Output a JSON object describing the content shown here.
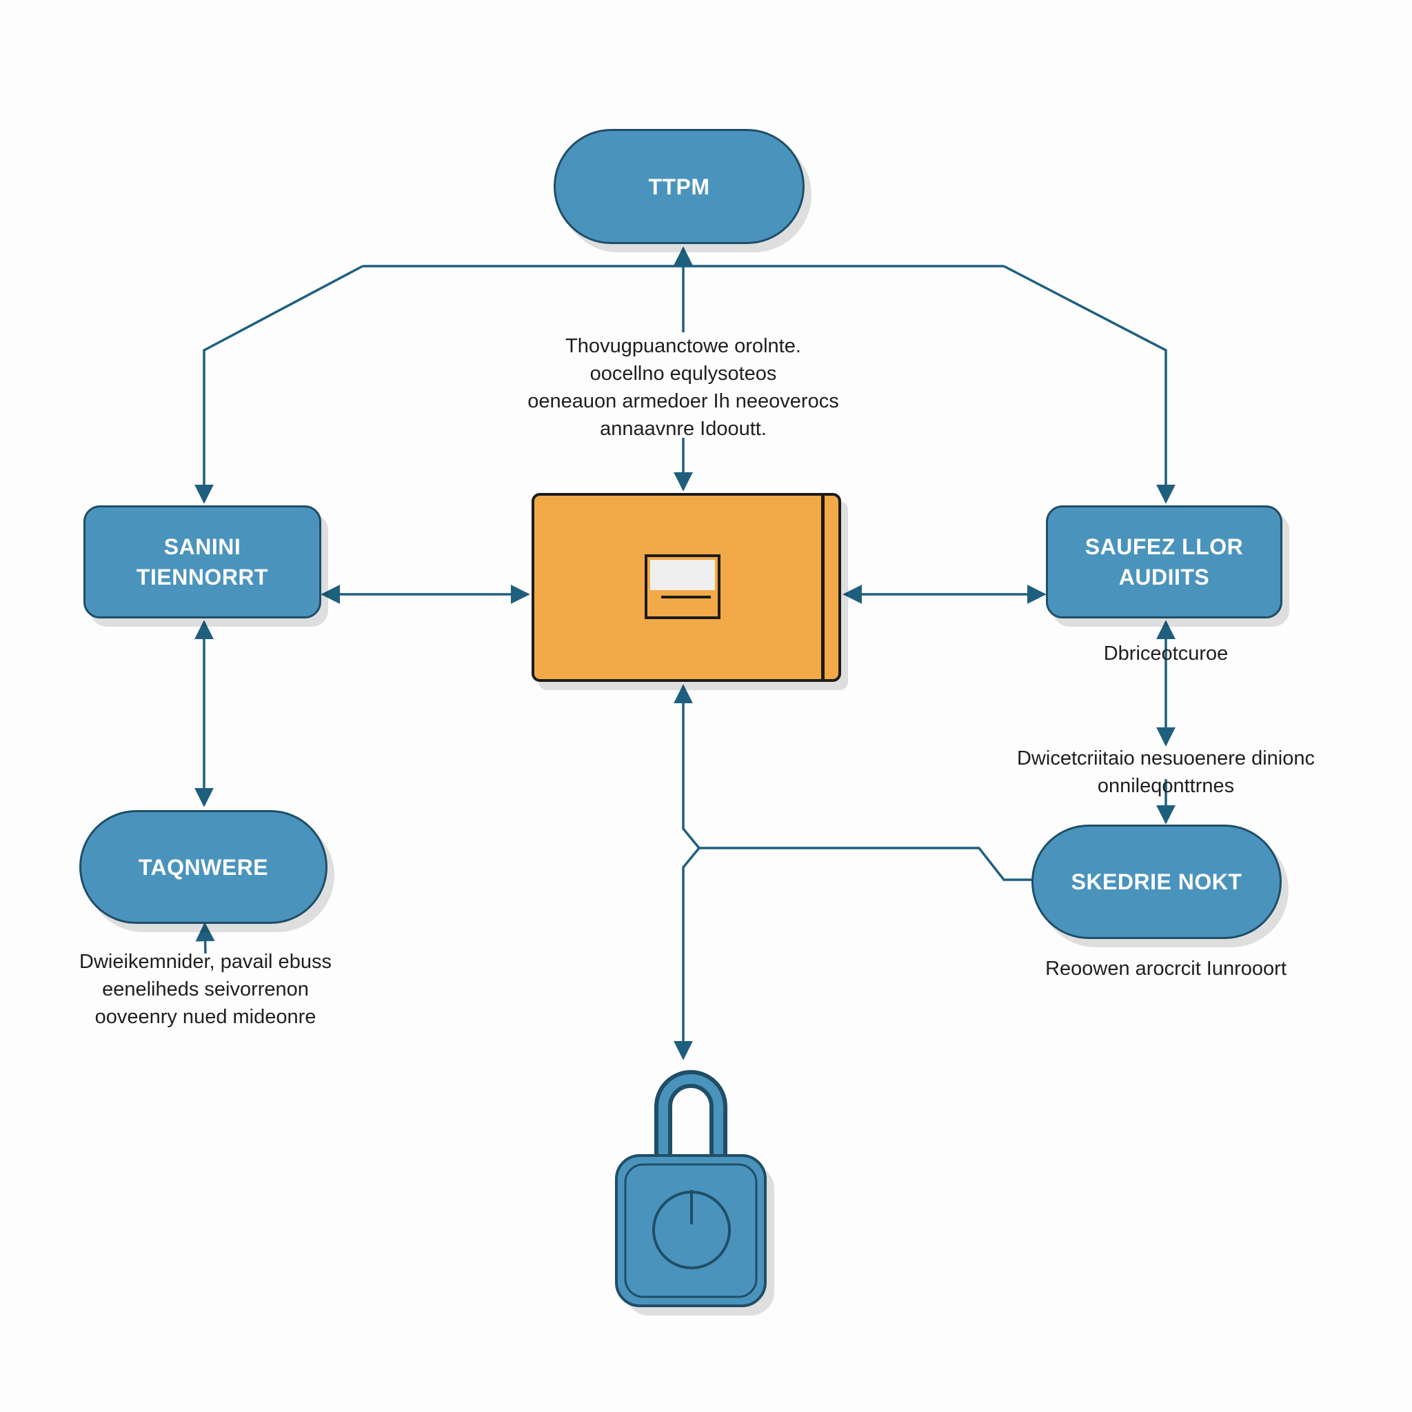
{
  "nodes": {
    "top": {
      "lines": [
        "TTPM"
      ]
    },
    "left": {
      "lines": [
        "SANINI",
        "TIENNORRT"
      ]
    },
    "right": {
      "lines": [
        "SAUFEZ LLOR",
        "AUDIITS"
      ]
    },
    "bottom_left": {
      "lines": [
        "TAQNWERE"
      ]
    },
    "bottom_right": {
      "lines": [
        "SKEDRIE NOKT"
      ]
    }
  },
  "notes": {
    "center_top": [
      "Thovugpuanctowe orolnte.",
      "oocellno equlysoteos",
      "oeneauon armedoer Ih neeoverocs",
      "annaavnre Idooutt."
    ],
    "right_mid": [
      "Dbriceotcuroe"
    ],
    "right_lower": [
      "Dwicetcriitaio nesuoenere dinionc",
      "onnileqonttrnes"
    ],
    "left_bottom": [
      "Dwieikemnider, pavail ebuss",
      "eeneliheds seivorrenon",
      "ooveenry nued mideonre"
    ],
    "right_bottom": [
      "Reoowen arocrcit Iunrooort"
    ]
  },
  "colors": {
    "node_fill": "#4a93bc",
    "node_border": "#1f4e66",
    "connector": "#1f5f7e",
    "panel_fill": "#f2a948",
    "background": "#fdfdfd"
  },
  "icons": {
    "center": "laptop-icon",
    "bottom": "padlock-power-icon"
  }
}
